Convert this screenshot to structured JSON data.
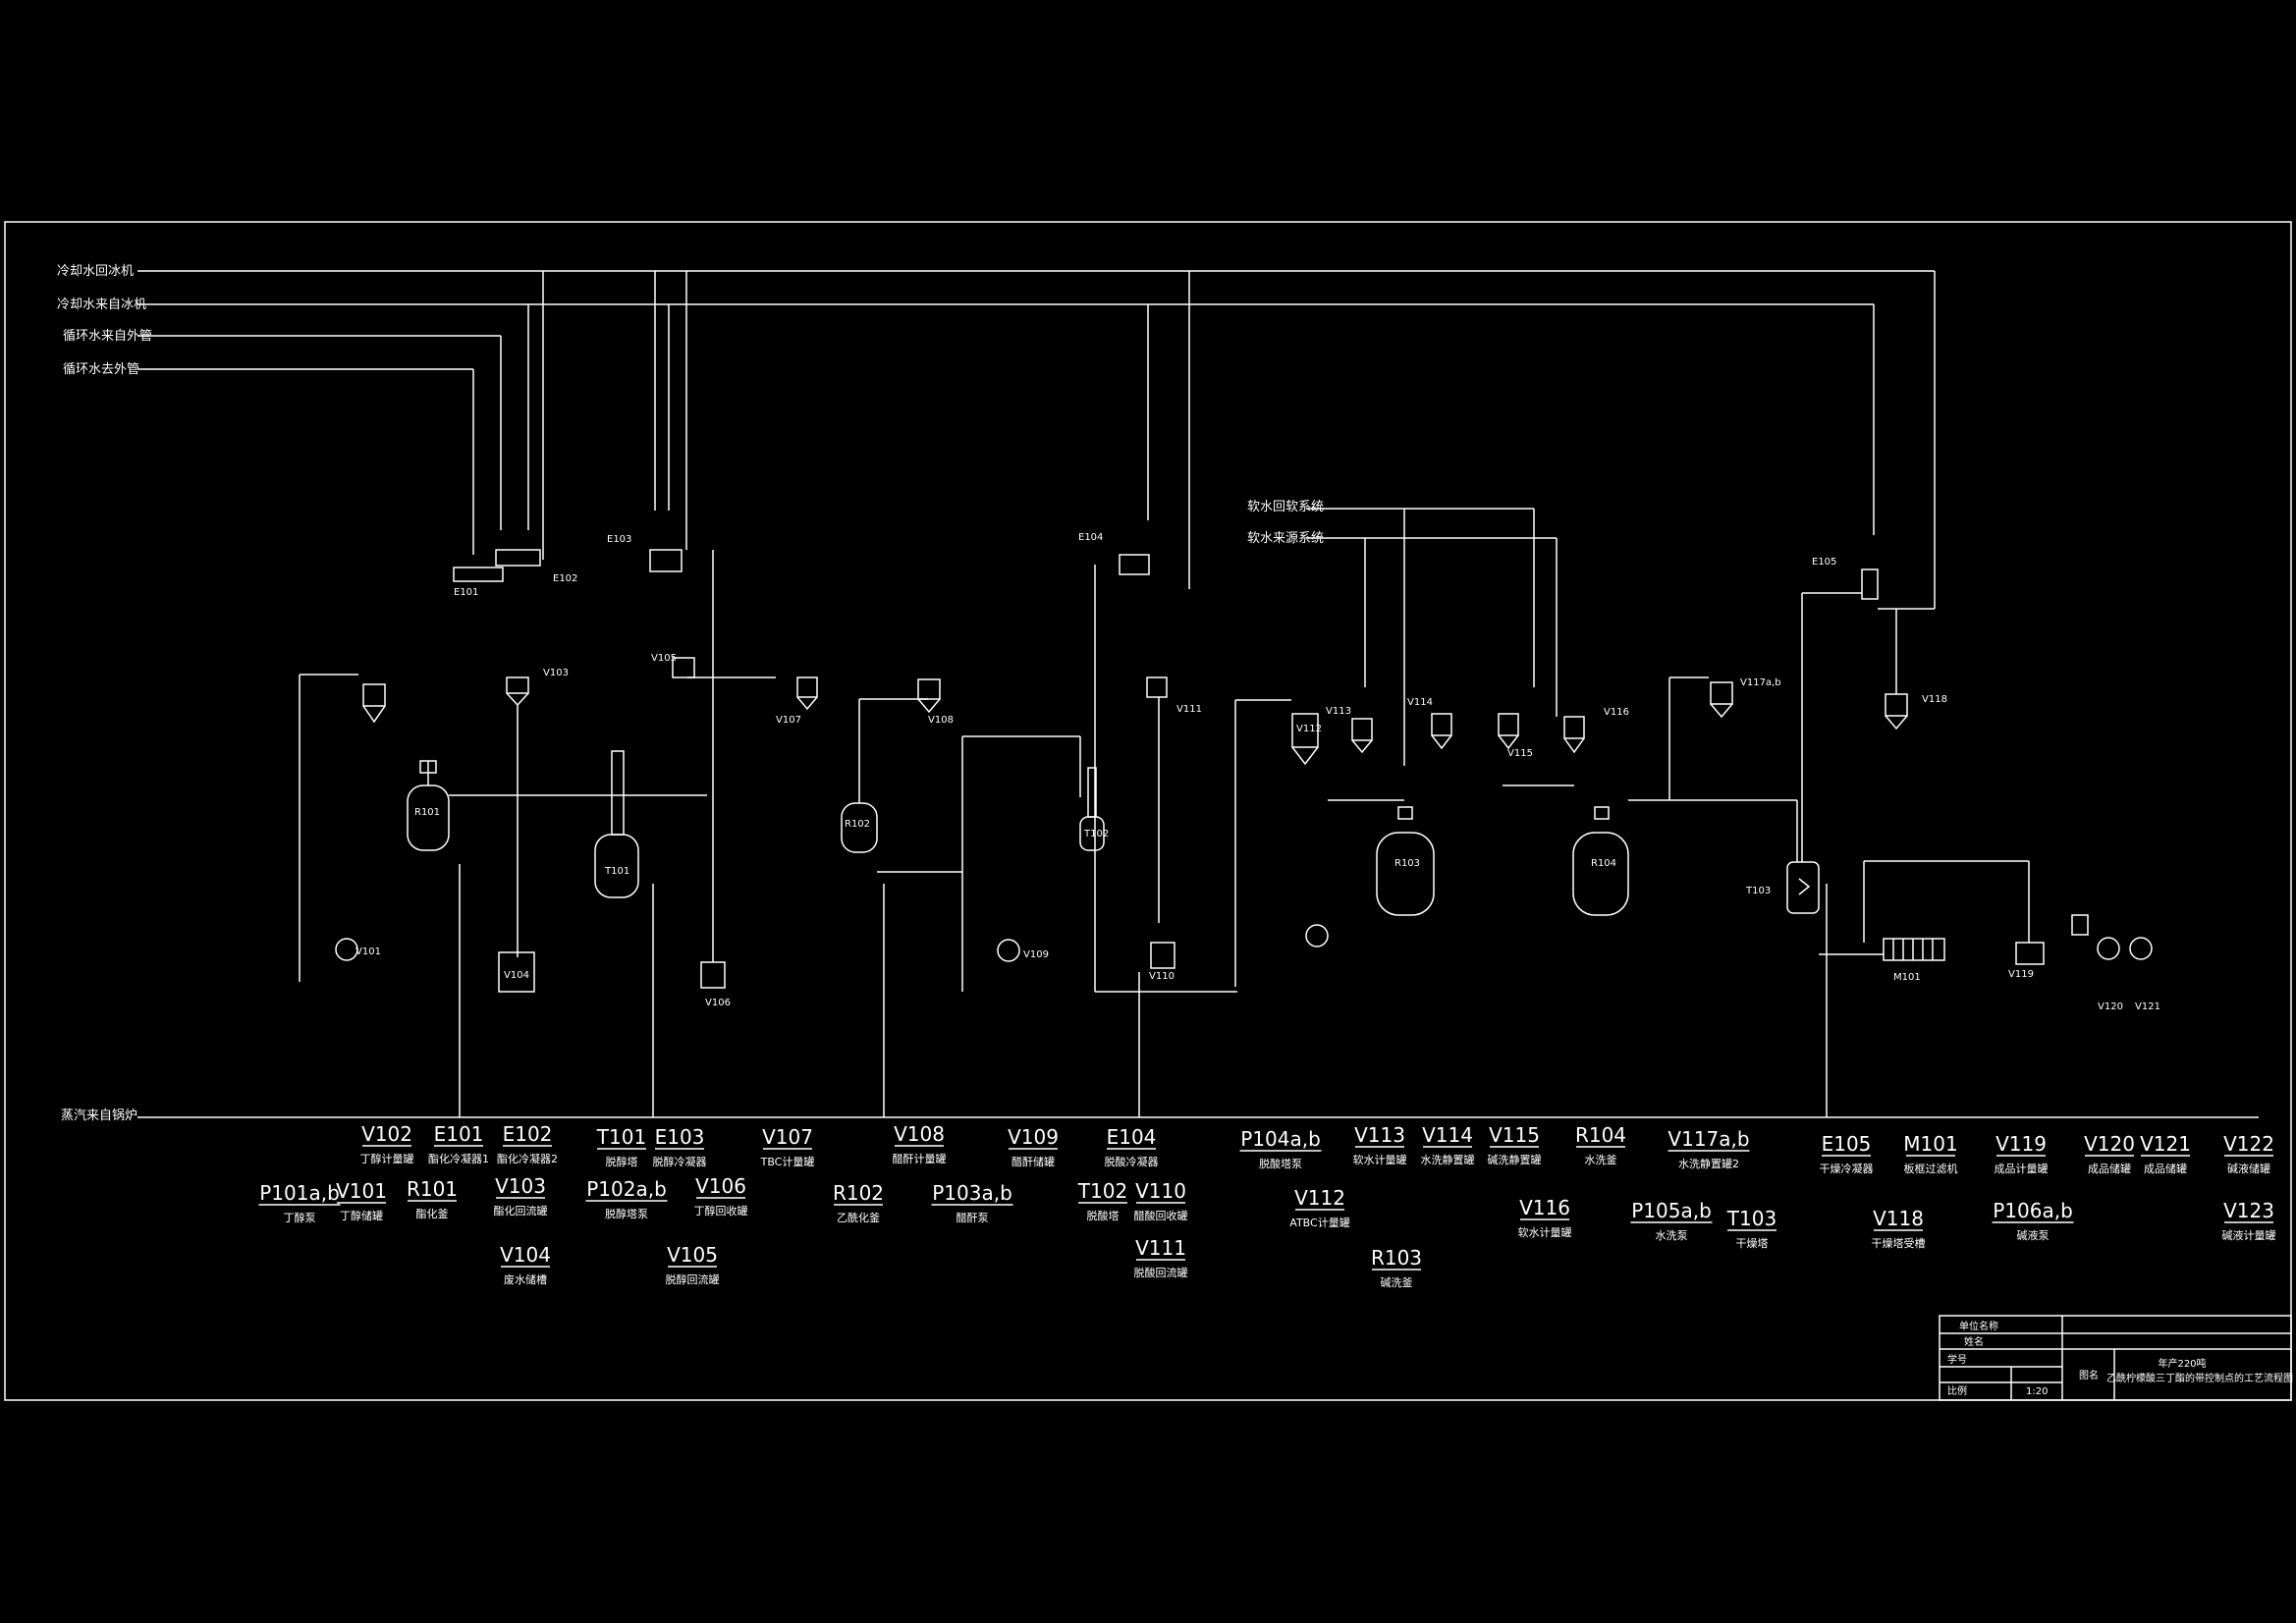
{
  "utilities": {
    "chilled_return": "冷却水回冰机",
    "chilled_supply": "冷却水来自冰机",
    "cw_supply": "循环水来自外管",
    "cw_return": "循环水去外管",
    "steam": "蒸汽来自锅炉",
    "soft_return": "软水回软系统",
    "soft_supply": "软水来源系统"
  },
  "equipment_labels": [
    {
      "id": "R101",
      "text": "R101"
    },
    {
      "id": "E101",
      "text": "E101"
    },
    {
      "id": "E102",
      "text": "E102"
    },
    {
      "id": "V103",
      "text": "V103"
    },
    {
      "id": "V104",
      "text": "V104"
    },
    {
      "id": "V101",
      "text": "V101"
    },
    {
      "id": "T101",
      "text": "T101"
    },
    {
      "id": "E103",
      "text": "E103"
    },
    {
      "id": "V105",
      "text": "V105"
    },
    {
      "id": "V106",
      "text": "V106"
    },
    {
      "id": "V107",
      "text": "V107"
    },
    {
      "id": "R102",
      "text": "R102"
    },
    {
      "id": "V108",
      "text": "V108"
    },
    {
      "id": "V109",
      "text": "V109"
    },
    {
      "id": "E104",
      "text": "E104"
    },
    {
      "id": "V111",
      "text": "V111"
    },
    {
      "id": "T102",
      "text": "T102"
    },
    {
      "id": "V110",
      "text": "V110"
    },
    {
      "id": "V112",
      "text": "V112"
    },
    {
      "id": "V113",
      "text": "V113"
    },
    {
      "id": "V114",
      "text": "V114"
    },
    {
      "id": "V115",
      "text": "V115"
    },
    {
      "id": "V116",
      "text": "V116"
    },
    {
      "id": "R103",
      "text": "R103"
    },
    {
      "id": "R104",
      "text": "R104"
    },
    {
      "id": "V117",
      "text": "V117a,b"
    },
    {
      "id": "T103",
      "text": "T103"
    },
    {
      "id": "E105",
      "text": "E105"
    },
    {
      "id": "V118",
      "text": "V118"
    },
    {
      "id": "M101",
      "text": "M101"
    },
    {
      "id": "V119",
      "text": "V119"
    },
    {
      "id": "V120",
      "text": "V120"
    },
    {
      "id": "V121",
      "text": "V121"
    }
  ],
  "legend": [
    {
      "tag": "V102",
      "desc": "丁醇计量罐"
    },
    {
      "tag": "E101",
      "desc": "酯化冷凝器1"
    },
    {
      "tag": "E102",
      "desc": "酯化冷凝器2"
    },
    {
      "tag": "T101",
      "desc": "脱醇塔"
    },
    {
      "tag": "E103",
      "desc": "脱醇冷凝器"
    },
    {
      "tag": "V107",
      "desc": "TBC计量罐"
    },
    {
      "tag": "V108",
      "desc": "醋酐计量罐"
    },
    {
      "tag": "V109",
      "desc": "醋酐储罐"
    },
    {
      "tag": "E104",
      "desc": "脱酸冷凝器"
    },
    {
      "tag": "P104a,b",
      "desc": "脱酸塔泵"
    },
    {
      "tag": "V113",
      "desc": "软水计量罐"
    },
    {
      "tag": "V114",
      "desc": "水洗静置罐"
    },
    {
      "tag": "V115",
      "desc": "碱洗静置罐"
    },
    {
      "tag": "R104",
      "desc": "水洗釜"
    },
    {
      "tag": "V117a,b",
      "desc": "水洗静置罐2"
    },
    {
      "tag": "E105",
      "desc": "干燥冷凝器"
    },
    {
      "tag": "M101",
      "desc": "板框过滤机"
    },
    {
      "tag": "V119",
      "desc": "成品计量罐"
    },
    {
      "tag": "V120",
      "desc": "成品储罐"
    },
    {
      "tag": "V121",
      "desc": "成品储罐"
    },
    {
      "tag": "V122",
      "desc": "碱液储罐"
    },
    {
      "tag": "P101a,b",
      "desc": "丁醇泵"
    },
    {
      "tag": "V101",
      "desc": "丁醇储罐"
    },
    {
      "tag": "R101",
      "desc": "酯化釜"
    },
    {
      "tag": "V103",
      "desc": "酯化回流罐"
    },
    {
      "tag": "P102a,b",
      "desc": "脱醇塔泵"
    },
    {
      "tag": "V106",
      "desc": "丁醇回收罐"
    },
    {
      "tag": "R102",
      "desc": "乙酰化釜"
    },
    {
      "tag": "P103a,b",
      "desc": "醋酐泵"
    },
    {
      "tag": "T102",
      "desc": "脱酸塔"
    },
    {
      "tag": "V110",
      "desc": "醋酸回收罐"
    },
    {
      "tag": "V112",
      "desc": "ATBC计量罐"
    },
    {
      "tag": "V116",
      "desc": "软水计量罐"
    },
    {
      "tag": "P105a,b",
      "desc": "水洗泵"
    },
    {
      "tag": "T103",
      "desc": "干燥塔"
    },
    {
      "tag": "V118",
      "desc": "干燥塔受槽"
    },
    {
      "tag": "P106a,b",
      "desc": "碱液泵"
    },
    {
      "tag": "V123",
      "desc": "碱液计量罐"
    },
    {
      "tag": "V104",
      "desc": "废水储槽"
    },
    {
      "tag": "V105",
      "desc": "脱醇回流罐"
    },
    {
      "tag": "V111",
      "desc": "脱酸回流罐"
    },
    {
      "tag": "R103",
      "desc": "碱洗釜"
    }
  ],
  "title_block": {
    "unit_label": "单位名称",
    "name_label": "姓名",
    "id_label": "学号",
    "scale_label": "比例",
    "scale_value": "1:20",
    "drawing_label": "图名",
    "drawing_title_1": "年产220吨",
    "drawing_title_2": "乙酰柠檬酸三丁酯的带控制点的工艺流程图"
  }
}
